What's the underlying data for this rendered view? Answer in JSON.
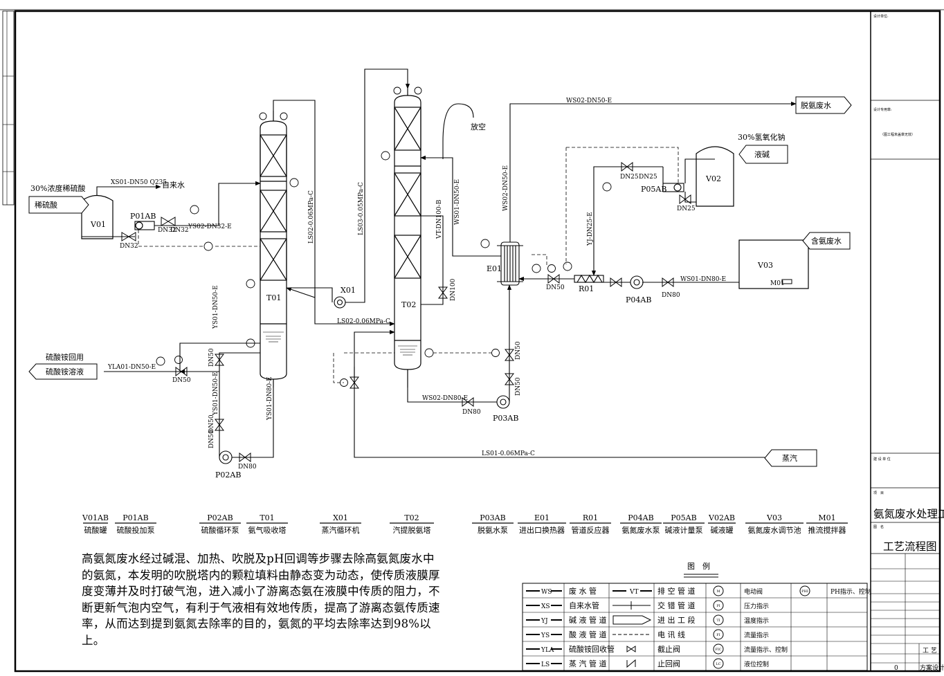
{
  "equipment": {
    "V01": "V01",
    "P01AB": "P01AB",
    "T01": "T01",
    "X01": "X01",
    "T02": "T02",
    "E01": "E01",
    "R01": "R01",
    "P04AB": "P04AB",
    "P05AB": "P05AB",
    "V02": "V02",
    "V03": "V03",
    "M01": "M01",
    "P02AB": "P02AB",
    "P03AB": "P03AB"
  },
  "streams": {
    "sulfuric_acid_conc": "30%浓度稀硫酸",
    "sulfuric_acid": "稀硫酸",
    "tap_water": "自来水",
    "ammonium_sulfate_reuse": "硫酸铵回用",
    "ammonium_sulfate_solution": "硫酸铵溶液",
    "vent": "放空",
    "deammonia_water": "脱氨废水",
    "naoh": "30%氢氧化钠",
    "lye": "液碱",
    "ammonia_wastewater": "含氨废水",
    "steam": "蒸汽"
  },
  "pipes": {
    "xs01": "XS01-DN50 Q235",
    "ys02a": "YS02-DN32-E",
    "ys01a": "YS01-DN50-E",
    "ys01b": "YS01-DN50-E",
    "ys01c": "YS01-DN80-E",
    "yla01": "YLA01-DN50-E",
    "ls02a": "LS02-0.06MPa-C",
    "ls02b": "LS02-0.06MPa-C",
    "ls03": "LS03-0.05MPa-C",
    "vt01": "VT-DN100-B",
    "ws01a": "WS01-DN50-E",
    "ws02a": "WS02-DN50-E",
    "ws02b": "WS02-DN50-E",
    "ws02c": "WS02-DN80-E",
    "ws01b": "WS01-DN80-E",
    "yj01": "YJ-DN25-E",
    "ls01": "LS01-0.06MPa-C"
  },
  "sizes": {
    "dn32a": "DN32",
    "dn32b": "DN32",
    "dn32c": "DN32",
    "dn50a": "DN50",
    "dn50b": "DN50",
    "dn50c": "DN50",
    "dn50d": "DN50",
    "dn50e": "DN50",
    "dn50f": "DN50",
    "dn50g": "DN50",
    "dn80a": "DN80",
    "dn80b": "DN80",
    "dn80c": "DN80",
    "dn100": "DN100",
    "dn25a": "DN25",
    "dn25b": "DN25",
    "dn25c": "DN25"
  },
  "equipment_table": [
    {
      "tag": "V01AB",
      "name": "硫酸罐"
    },
    {
      "tag": "P01AB",
      "name": "硫酸投加泵"
    },
    {
      "tag": "P02AB",
      "name": "硫酸循环泵"
    },
    {
      "tag": "T01",
      "name": "氨气吸收塔"
    },
    {
      "tag": "X01",
      "name": "蒸汽循环机"
    },
    {
      "tag": "T02",
      "name": "汽提脱氨塔"
    },
    {
      "tag": "P03AB",
      "name": "脱氨水泵"
    },
    {
      "tag": "E01",
      "name": "进出口换热器"
    },
    {
      "tag": "R01",
      "name": "管道反应器"
    },
    {
      "tag": "P04AB",
      "name": "氨氮废水泵"
    },
    {
      "tag": "P05AB",
      "name": "碱液计量泵"
    },
    {
      "tag": "V02AB",
      "name": "碱液罐"
    },
    {
      "tag": "V03",
      "name": "氨氮废水调节池"
    },
    {
      "tag": "M01",
      "name": "推流搅拌器"
    }
  ],
  "description": "高氨氮废水经过碱混、加热、吹脱及pH回调等步骤去除高氨氮废水中的氨氮，本发明的吹脱塔内的颗粒填料由静态变为动态，使传质液膜厚度变薄并及时打破气泡，进入减小了游离态氨在液膜中传质的阻力，不断更新气泡内空气，有利于气液相有效地传质，提高了游离态氨传质速率，从而达到提到氨氮去除率的目的，氨氮的平均去除率达到98%以上。",
  "legend": {
    "title": "图　例",
    "rows": [
      {
        "code": "WS",
        "name": "废 水 管",
        "sym": "VT",
        "sym_name": "排 空 管 道",
        "inst": "M",
        "inst_name": "电动阀"
      },
      {
        "code": "XS",
        "name": "自来水管",
        "sym_name": "交 错 管 道",
        "inst": "PI",
        "inst_name": "压力指示"
      },
      {
        "code": "YJ",
        "name": "碱 液 管 道",
        "sym_name": "进 出 工 段",
        "inst": "TI",
        "inst_name": "温度指示"
      },
      {
        "code": "YS",
        "name": "酸 液 管 道",
        "sym_name": "电 讯 线",
        "inst": "FI",
        "inst_name": "流量指示"
      },
      {
        "code": "YLA",
        "name": "硫酸铵回收管",
        "sym_name": "截止阀",
        "inst": "FIC",
        "inst_name": "流量指示、控制"
      },
      {
        "code": "LS",
        "name": "蒸 汽 管 道",
        "sym_name": "止回阀",
        "inst": "LC",
        "inst_name": "液位控制"
      }
    ],
    "extra_inst": "PHI",
    "extra_name": "PH指示、控制"
  },
  "title_block": {
    "project_label": "项　目",
    "project": "氨氮废水处理工程",
    "drawing_label": "图　名",
    "drawing": "工艺流程图",
    "stage": "工 艺",
    "seal_note": "（图工程未盖章无效）",
    "phase": "方案设计",
    "rev": "0"
  }
}
